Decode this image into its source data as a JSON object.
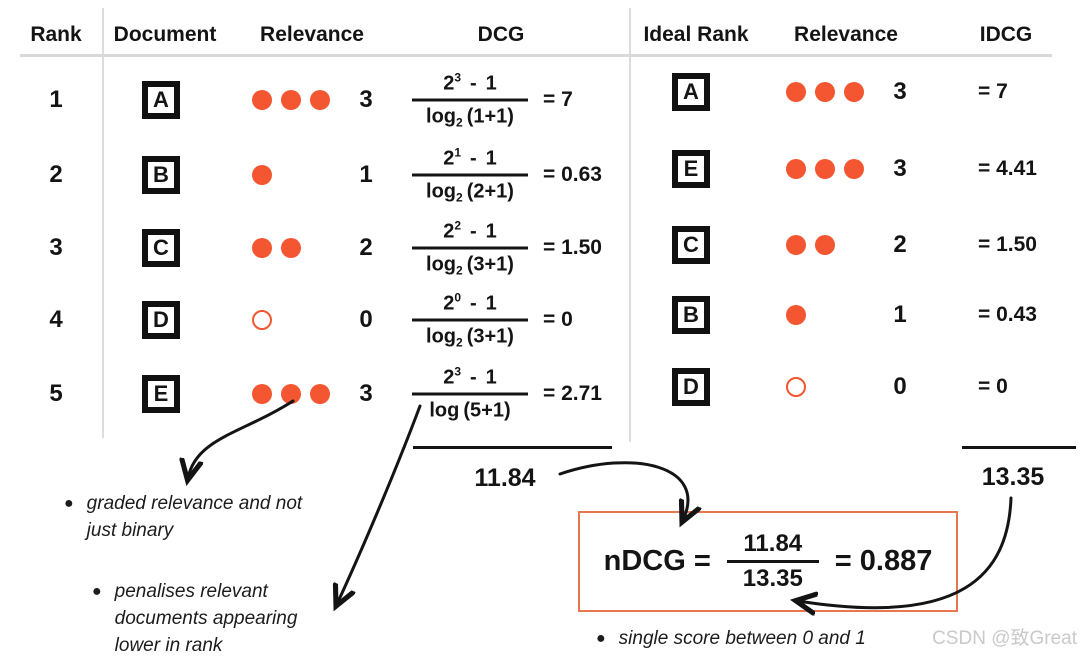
{
  "colors": {
    "accent": "#F35630",
    "ndcg_box_border": "#E8764F",
    "grid_line": "#DCDCDC",
    "text": "#141414",
    "watermark": "#C9C9C9"
  },
  "left_table": {
    "headers": [
      "Rank",
      "Document",
      "Relevance",
      "DCG"
    ],
    "rows": [
      {
        "rank": "1",
        "doc": "A",
        "dots": 3,
        "rel": "3",
        "exp": "3",
        "log_sub": "2",
        "log_arg": "(1+1)",
        "result": "= 7"
      },
      {
        "rank": "2",
        "doc": "B",
        "dots": 1,
        "rel": "1",
        "exp": "1",
        "log_sub": "2",
        "log_arg": "(2+1)",
        "result": "= 0.63"
      },
      {
        "rank": "3",
        "doc": "C",
        "dots": 2,
        "rel": "2",
        "exp": "2",
        "log_sub": "2",
        "log_arg": "(3+1)",
        "result": "= 1.50"
      },
      {
        "rank": "4",
        "doc": "D",
        "dots": 0,
        "rel": "0",
        "exp": "0",
        "log_sub": "2",
        "log_arg": "(3+1)",
        "result": "= 0"
      },
      {
        "rank": "5",
        "doc": "E",
        "dots": 3,
        "rel": "3",
        "exp": "3",
        "log_sub": "",
        "log_arg": "(5+1)",
        "result": "= 2.71"
      }
    ],
    "numerator_base": "2",
    "numerator_tail": "1",
    "minus_sign": "-",
    "log_label": "log",
    "sum": "11.84"
  },
  "right_table": {
    "headers": [
      "Ideal Rank",
      "Relevance",
      "IDCG"
    ],
    "rows": [
      {
        "doc": "A",
        "dots": 3,
        "rel": "3",
        "result": "= 7"
      },
      {
        "doc": "E",
        "dots": 3,
        "rel": "3",
        "result": "= 4.41"
      },
      {
        "doc": "C",
        "dots": 2,
        "rel": "2",
        "result": "= 1.50"
      },
      {
        "doc": "B",
        "dots": 1,
        "rel": "1",
        "result": "= 0.43"
      },
      {
        "doc": "D",
        "dots": 0,
        "rel": "0",
        "result": "= 0"
      }
    ],
    "sum": "13.35"
  },
  "ndcg": {
    "label": "nDCG =",
    "numerator": "11.84",
    "denominator": "13.35",
    "result": "= 0.887"
  },
  "notes": [
    {
      "lines": [
        "graded relevance and not",
        "just binary"
      ]
    },
    {
      "lines": [
        "penalises relevant",
        "documents appearing",
        "lower in rank"
      ]
    },
    {
      "lines": [
        "single score between 0 and 1"
      ]
    }
  ],
  "watermark": "CSDN @致Great"
}
